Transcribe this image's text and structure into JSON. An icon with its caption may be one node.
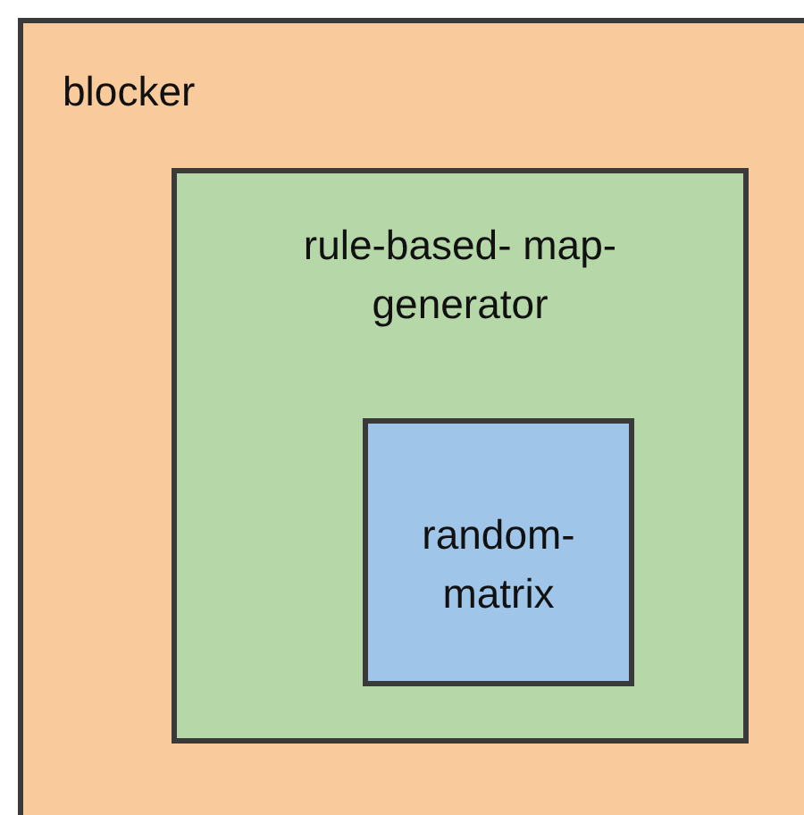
{
  "diagram": {
    "nodes": [
      {
        "text": [
          "blocker"
        ]
      },
      {
        "text": [
          "rule-based- map-generator"
        ],
        "in": 0
      },
      {
        "text": [
          "random- matrix"
        ],
        "in": 1
      }
    ]
  }
}
